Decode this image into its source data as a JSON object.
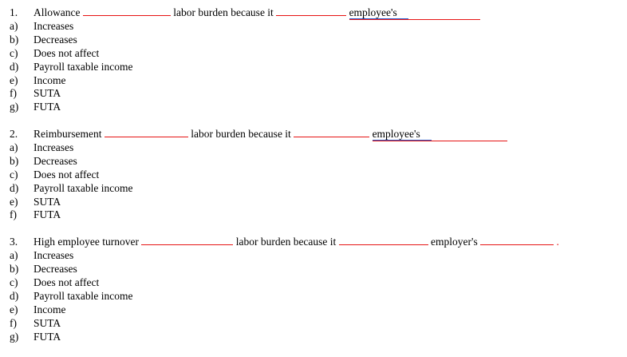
{
  "document": {
    "background": "#ffffff",
    "text_color": "#000000",
    "blank_line_color": "#e61414",
    "blue_underline_color": "#2858c8"
  },
  "questions": [
    {
      "number": "1.",
      "sentence": [
        {
          "type": "text",
          "value": "Allowance"
        },
        {
          "type": "blank",
          "width": 110
        },
        {
          "type": "text",
          "value": "labor burden because it"
        },
        {
          "type": "blank",
          "width": 88
        },
        {
          "type": "blue-word",
          "value": "employee's",
          "trailing_blank_width": 90
        }
      ],
      "options": [
        {
          "letter": "a)",
          "label": "Increases"
        },
        {
          "letter": "b)",
          "label": "Decreases"
        },
        {
          "letter": "c)",
          "label": "Does not affect"
        },
        {
          "letter": "d)",
          "label": "Payroll taxable income"
        },
        {
          "letter": "e)",
          "label": "Income"
        },
        {
          "letter": "f)",
          "label": "SUTA"
        },
        {
          "letter": "g)",
          "label": "FUTA"
        }
      ]
    },
    {
      "number": "2.",
      "sentence": [
        {
          "type": "text",
          "value": "Reimbursement"
        },
        {
          "type": "blank",
          "width": 105
        },
        {
          "type": "text",
          "value": "labor burden because it"
        },
        {
          "type": "blank",
          "width": 95
        },
        {
          "type": "blue-word",
          "value": "employee's",
          "trailing_blank_width": 95
        }
      ],
      "options": [
        {
          "letter": "a)",
          "label": "Increases"
        },
        {
          "letter": "b)",
          "label": "Decreases"
        },
        {
          "letter": "c)",
          "label": "Does not affect"
        },
        {
          "letter": "d)",
          "label": "Payroll taxable income"
        },
        {
          "letter": "e)",
          "label": "SUTA"
        },
        {
          "letter": "f)",
          "label": "FUTA"
        }
      ]
    },
    {
      "number": "3.",
      "sentence": [
        {
          "type": "text",
          "value": "High employee turnover"
        },
        {
          "type": "blank",
          "width": 115
        },
        {
          "type": "text",
          "value": "labor burden because it"
        },
        {
          "type": "blank",
          "width": 112
        },
        {
          "type": "text",
          "value": "employer's"
        },
        {
          "type": "blank",
          "width": 92
        },
        {
          "type": "red-text",
          "value": "."
        }
      ],
      "options": [
        {
          "letter": "a)",
          "label": "Increases"
        },
        {
          "letter": "b)",
          "label": "Decreases"
        },
        {
          "letter": "c)",
          "label": "Does not affect"
        },
        {
          "letter": "d)",
          "label": "Payroll taxable income"
        },
        {
          "letter": "e)",
          "label": "Income"
        },
        {
          "letter": "f)",
          "label": "SUTA"
        },
        {
          "letter": "g)",
          "label": "FUTA"
        }
      ]
    }
  ]
}
